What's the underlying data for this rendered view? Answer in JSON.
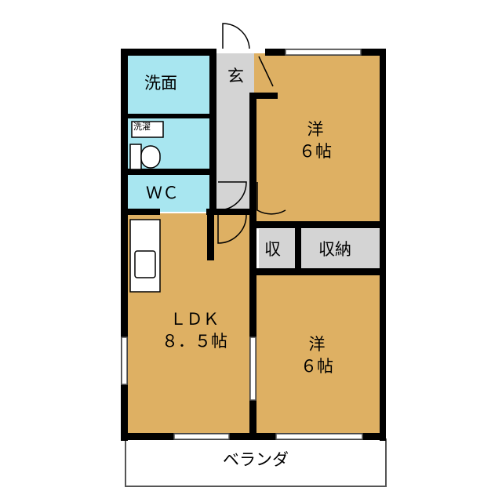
{
  "floor_plan": {
    "rooms": {
      "washroom": "洗面",
      "entrance": "玄",
      "washer": "洗濯",
      "wc": "ＷＣ",
      "bedroom_north_line1": "洋",
      "bedroom_north_line2": "６帖",
      "storage_small": "収",
      "storage_closet": "収納",
      "ldk_line1": "ＬＤＫ",
      "ldk_line2": "８．５帖",
      "bedroom_south_line1": "洋",
      "bedroom_south_line2": "６帖",
      "balcony": "ベランダ"
    },
    "colors": {
      "room_floor": "#deb063",
      "water_area": "#a8e6f0",
      "hall_floor": "#d4d4d4",
      "wall": "#000000",
      "background": "#ffffff"
    }
  }
}
